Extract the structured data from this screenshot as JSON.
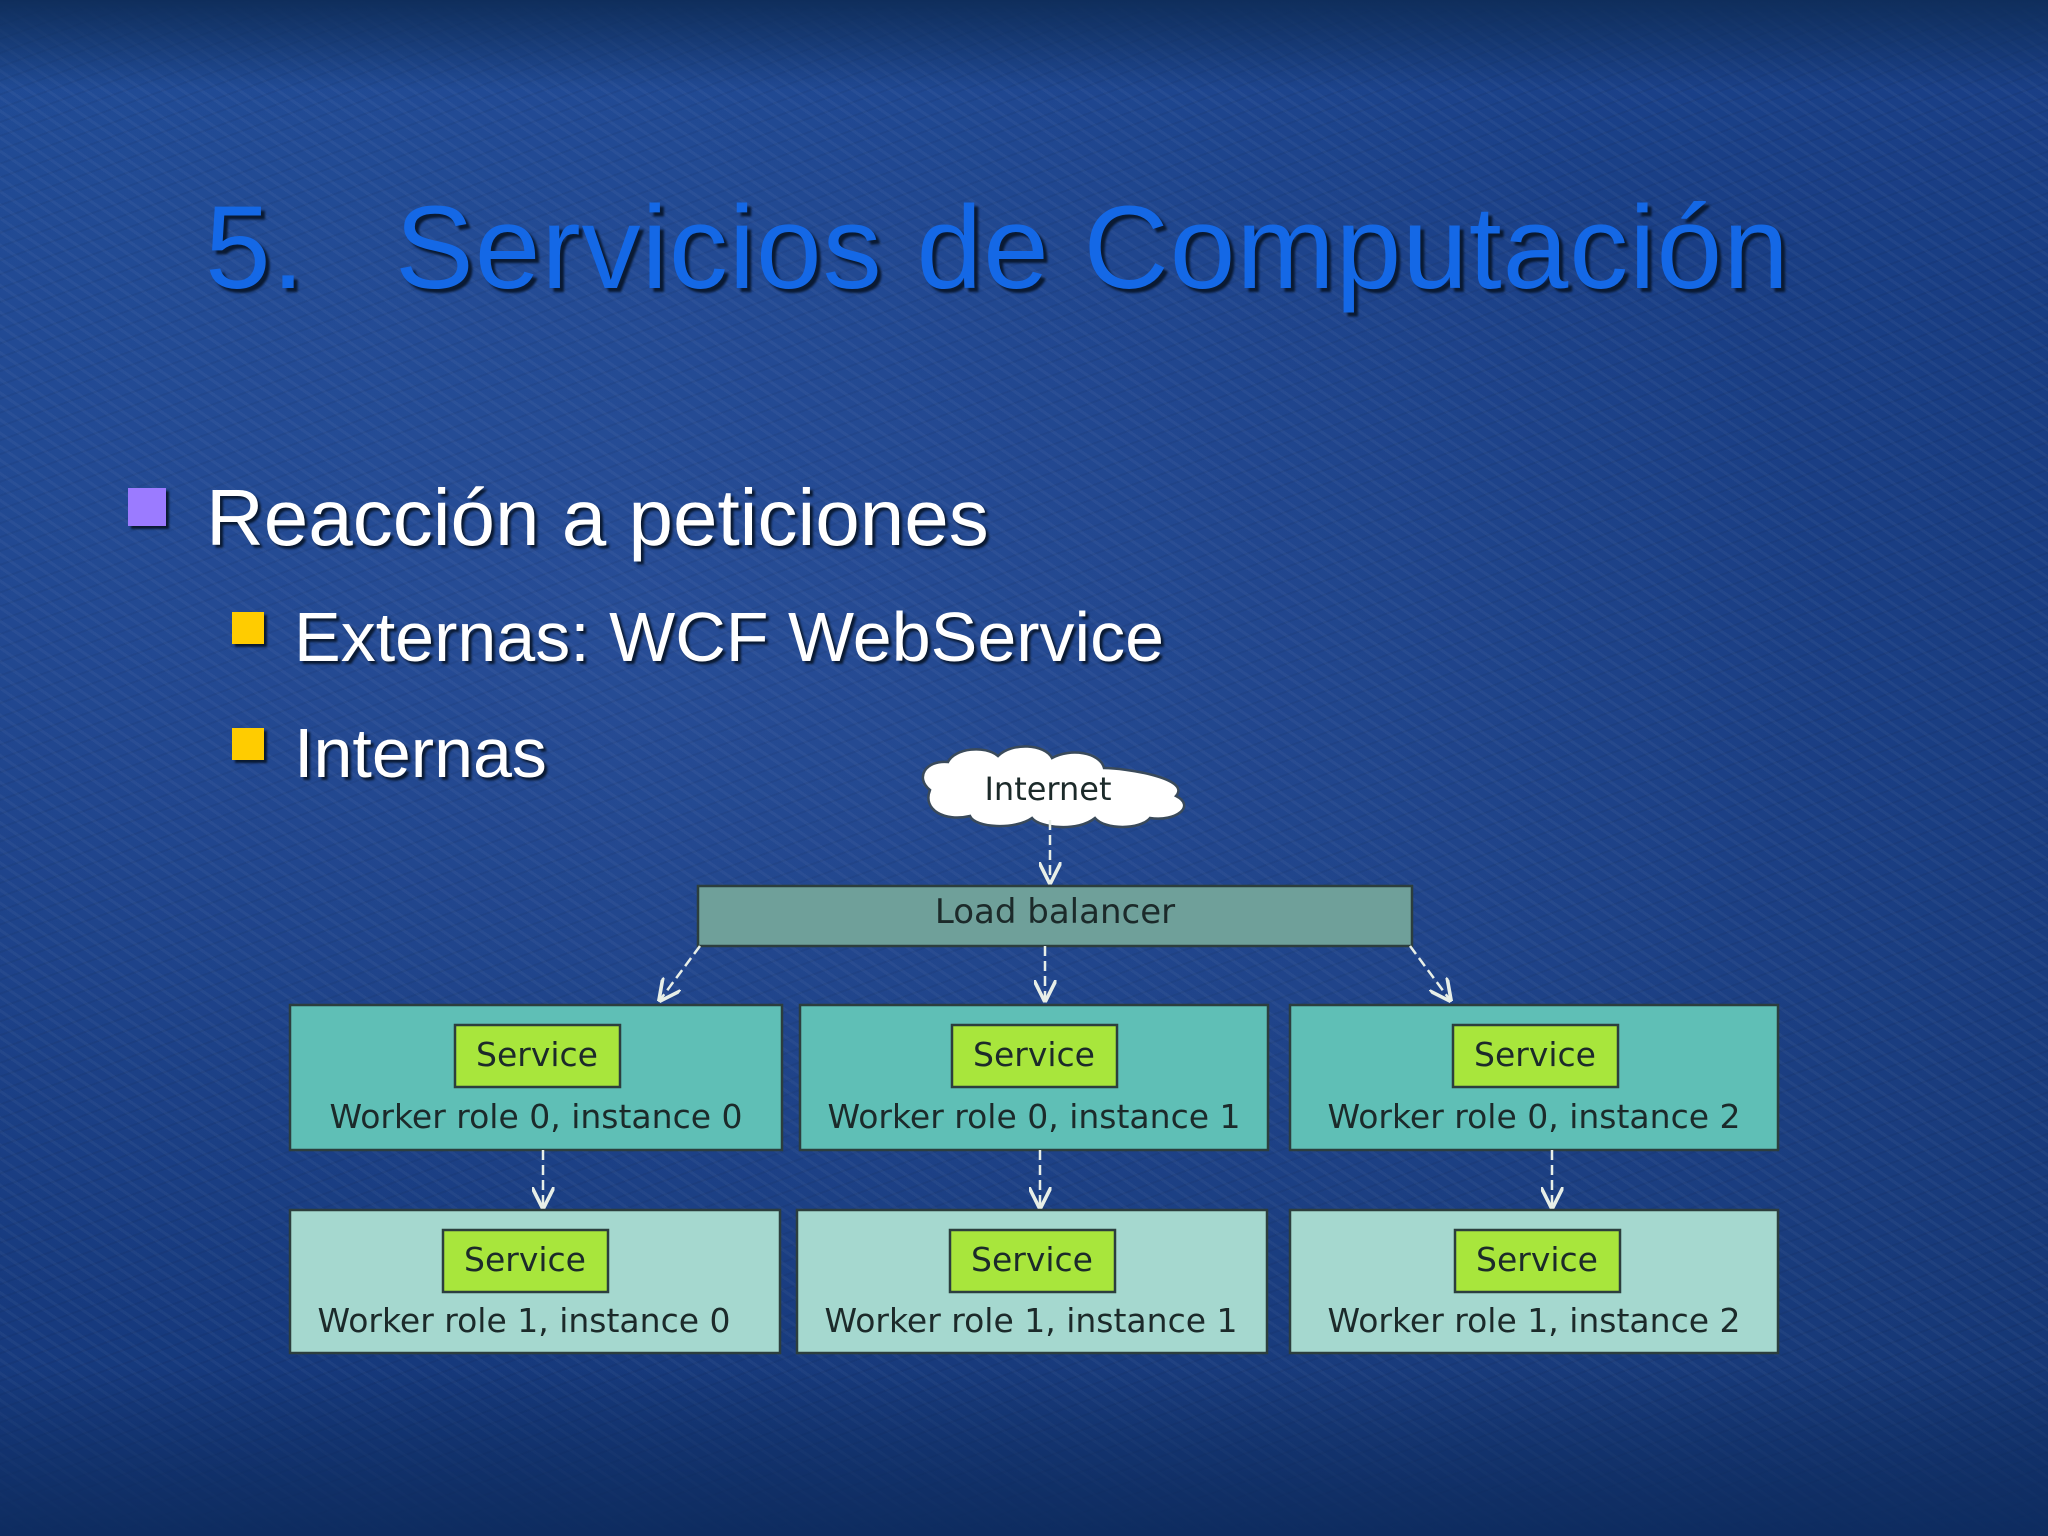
{
  "slide": {
    "title_number": "5.",
    "title_text": "Servicios de Computación",
    "bullets": [
      {
        "text": "Reacción a peticiones",
        "color": "#9b7bff"
      },
      {
        "text": "Externas: WCF WebService",
        "color": "#ffcc00"
      },
      {
        "text": "Internas",
        "color": "#ffcc00"
      }
    ]
  },
  "diagram": {
    "internet_label": "Internet",
    "load_balancer_label": "Load balancer",
    "service_label": "Service",
    "row0": [
      "Worker role 0, instance 0",
      "Worker role 0, instance 1",
      "Worker role 0, instance 2"
    ],
    "row1": [
      "Worker role 1, instance 0",
      "Worker role 1, instance 1",
      "Worker role 1, instance 2"
    ],
    "colors": {
      "load_balancer": "#6fa09a",
      "row0_box": "#5fbfb6",
      "row1_box": "#a5d8cf",
      "service_box": "#a8e63c",
      "cloud": "#ffffff"
    }
  }
}
